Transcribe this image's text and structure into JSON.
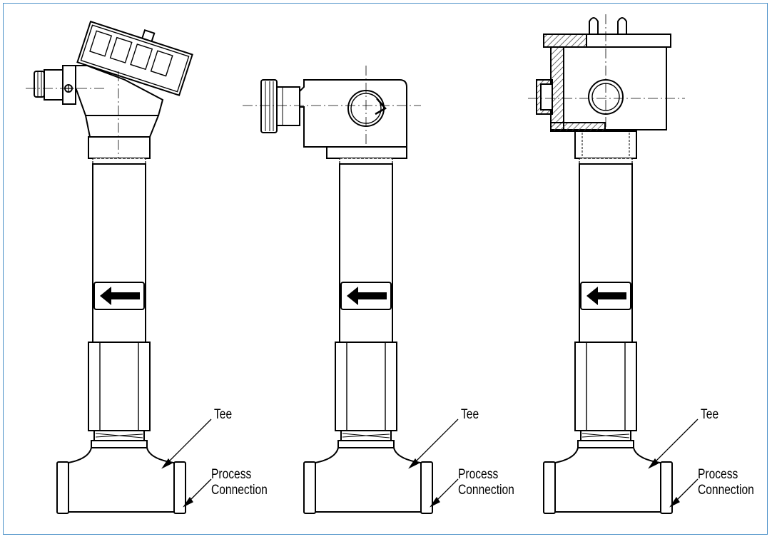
{
  "figure": {
    "views": [
      {
        "name": "head-style-view",
        "tee_label": "Tee",
        "process_label_line1": "Process",
        "process_label_line2": "Connection"
      },
      {
        "name": "din-connector-view",
        "tee_label": "Tee",
        "process_label_line1": "Process",
        "process_label_line2": "Connection"
      },
      {
        "name": "junction-box-view",
        "tee_label": "Tee",
        "process_label_line1": "Process",
        "process_label_line2": "Connection"
      }
    ]
  },
  "colors": {
    "border": "#4a90c8",
    "line": "#000000",
    "hatch": "#444444"
  },
  "icons": [
    "flow-direction-arrow-icon",
    "rotation-arrow-icon"
  ]
}
